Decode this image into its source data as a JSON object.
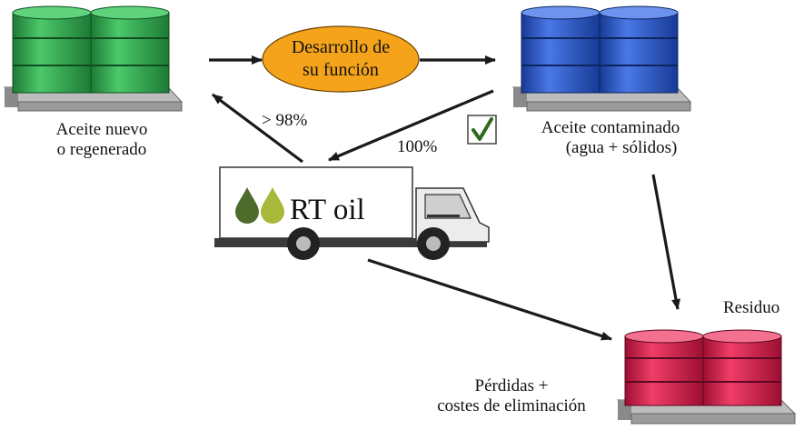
{
  "labels": {
    "new_oil_line1": "Aceite nuevo",
    "new_oil_line2": "o regenerado",
    "function_line1": "Desarrollo de",
    "function_line2": "su función",
    "contaminated_line1": "Aceite contaminado",
    "contaminated_line2": "(agua + sólidos)",
    "pct_regenerated": "> 98%",
    "pct_collected": "100%",
    "truck_brand": "RT oil",
    "residue": "Residuo",
    "losses_line1": "Pérdidas +",
    "losses_line2": "costes de eliminación"
  },
  "colors": {
    "green_drum": "#2fa84f",
    "blue_drum": "#2a56c8",
    "red_drum": "#d81c4a",
    "oval_fill": "#f5a31a",
    "pallet": "#9a9a9a",
    "drop_dark": "#4d6b2a",
    "drop_light": "#a8b83a",
    "check": "#2d6a1e"
  },
  "icons": [
    "drum-stack-icon",
    "check-icon",
    "truck-icon",
    "oil-drop-icon"
  ]
}
